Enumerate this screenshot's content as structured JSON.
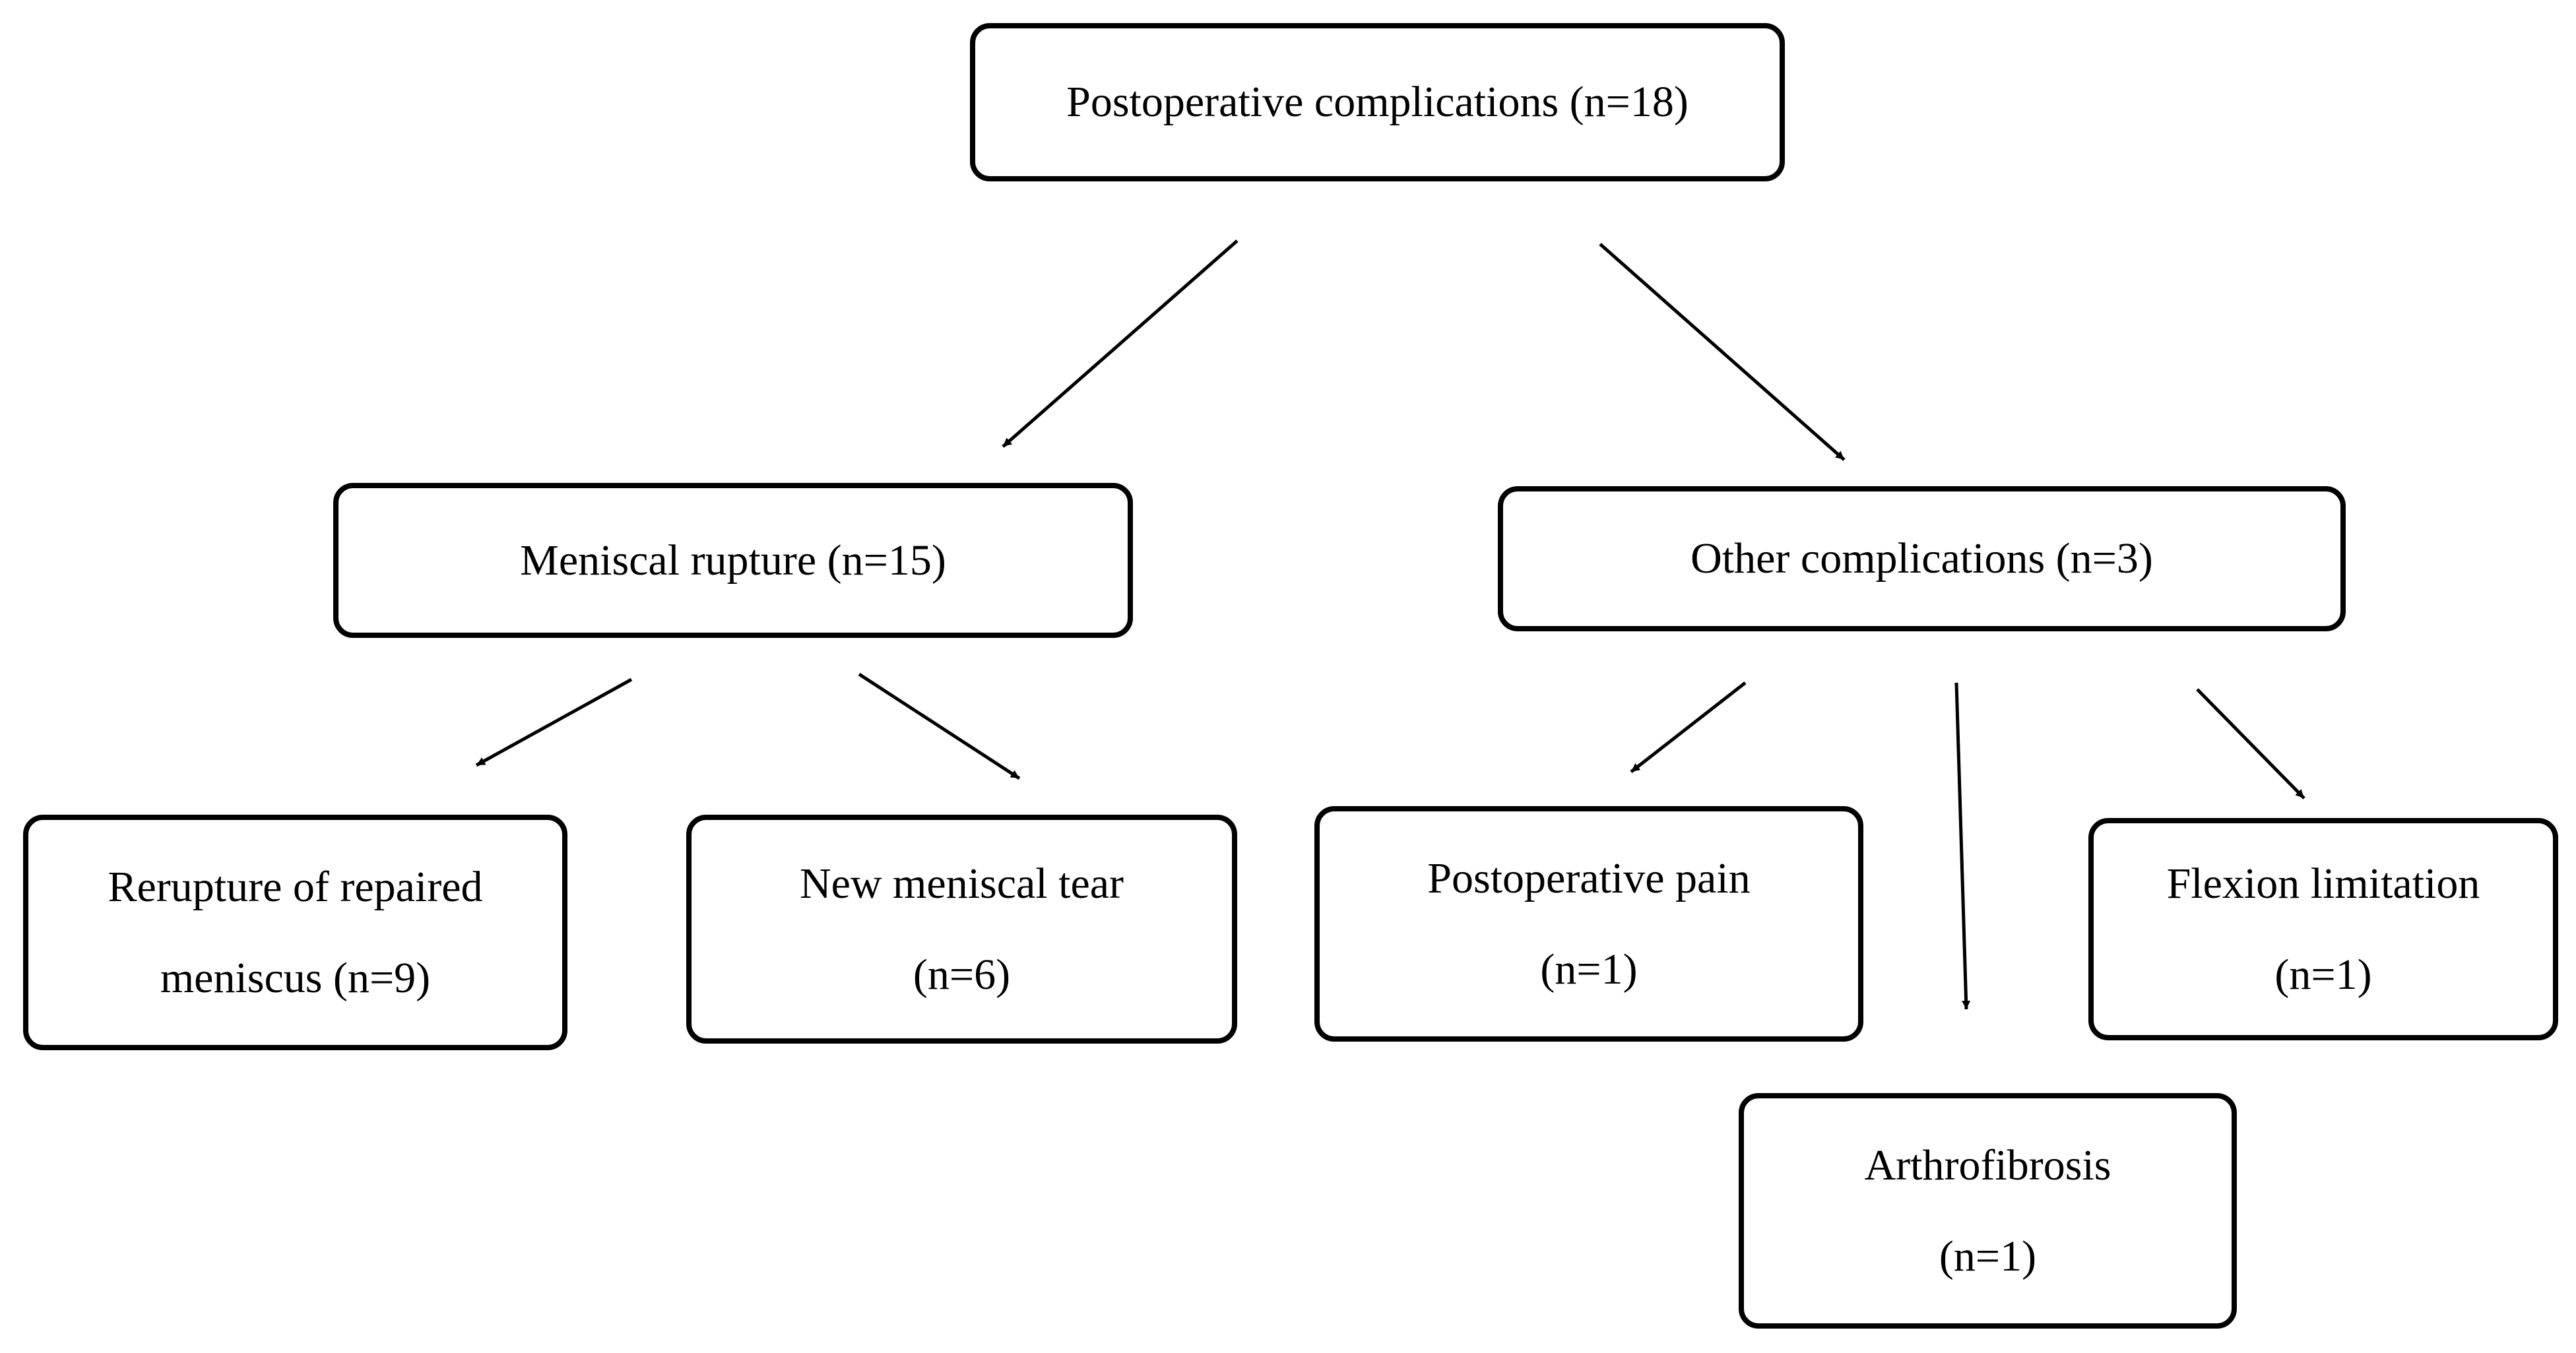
{
  "colors": {
    "stroke": "#000000",
    "background": "#ffffff",
    "text": "#000000"
  },
  "nodes": {
    "root": {
      "text": "Postoperative complications (n=18)"
    },
    "meniscal": {
      "text": "Meniscal rupture (n=15)"
    },
    "other": {
      "text": "Other complications (n=3)"
    },
    "rerupture": {
      "line1": "Rerupture of repaired",
      "line2": "meniscus (n=9)"
    },
    "new_tear": {
      "line1": "New meniscal tear",
      "line2": "(n=6)"
    },
    "pain": {
      "line1": "Postoperative pain",
      "line2": "(n=1)"
    },
    "arthrofibrosis": {
      "line1": "Arthrofibrosis",
      "line2": "(n=1)"
    },
    "flexion": {
      "line1": "Flexion limitation",
      "line2": "(n=1)"
    }
  },
  "edges": [
    {
      "from": "root",
      "to": "meniscal"
    },
    {
      "from": "root",
      "to": "other"
    },
    {
      "from": "meniscal",
      "to": "rerupture"
    },
    {
      "from": "meniscal",
      "to": "new_tear"
    },
    {
      "from": "other",
      "to": "pain"
    },
    {
      "from": "other",
      "to": "arthrofibrosis"
    },
    {
      "from": "other",
      "to": "flexion"
    }
  ]
}
